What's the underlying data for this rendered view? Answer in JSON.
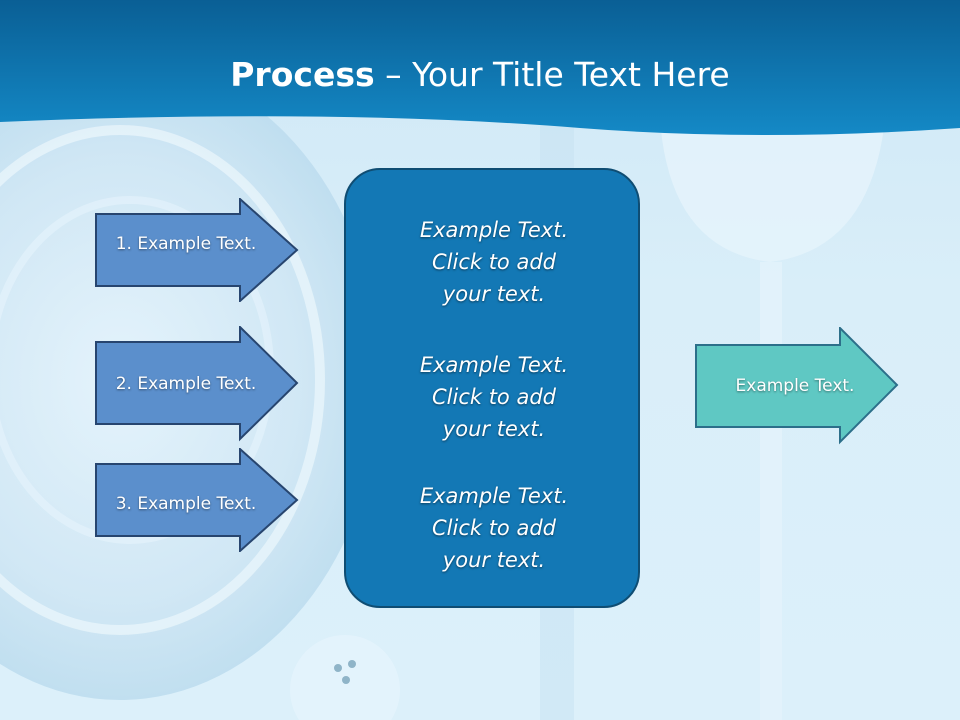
{
  "slide": {
    "title_bold": "Process",
    "title_rest": " – Your Title Text Here"
  },
  "left_arrows": [
    {
      "label": "1. Example Text."
    },
    {
      "label": "2. Example Text."
    },
    {
      "label": "3. Example Text."
    }
  ],
  "center_box": {
    "blocks": [
      {
        "line1": "Example Text.",
        "line2": "Click  to add",
        "line3": "your text."
      },
      {
        "line1": "Example Text.",
        "line2": "Click  to add",
        "line3": "your text."
      },
      {
        "line1": "Example Text.",
        "line2": "Click  to add",
        "line3": "your text."
      }
    ]
  },
  "right_arrow": {
    "label": "Example Text."
  },
  "colors": {
    "header_band": "#0d6fa8",
    "left_arrow_fill": "#5b8fcc",
    "left_arrow_border": "#27456f",
    "center_box_fill": "#1378b5",
    "right_arrow_fill": "#5fc8c3"
  }
}
